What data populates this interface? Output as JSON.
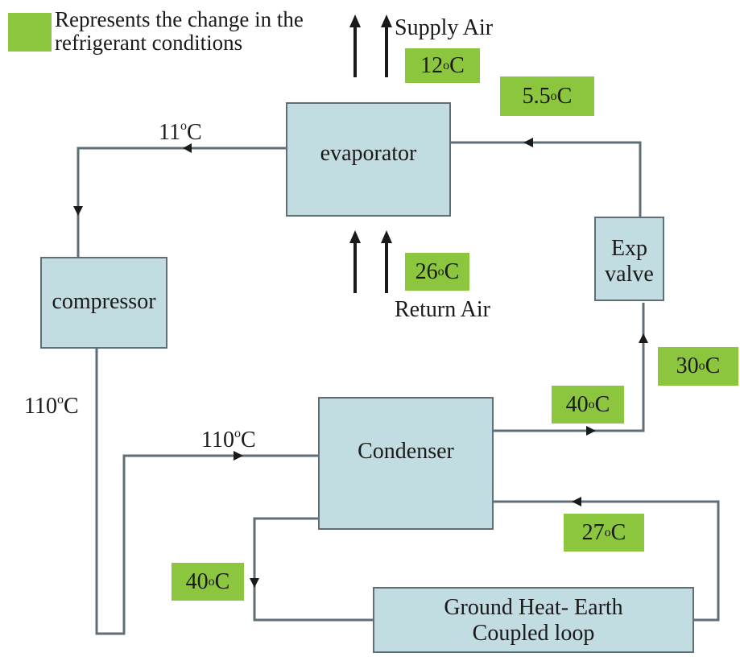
{
  "legend": {
    "text": "Represents the change in the\nrefrigerant conditions",
    "swatch_color": "#8cc63e"
  },
  "components": {
    "evaporator": "evaporator",
    "compressor": "compressor",
    "condenser": "Condenser",
    "exp_valve": "Exp\nvalve",
    "ground_loop": "Ground Heat- Earth\nCoupled loop"
  },
  "air": {
    "supply": "Supply Air",
    "return": "Return Air"
  },
  "temperatures": {
    "supply_air": {
      "value": "12",
      "unit": "C"
    },
    "evap_in": {
      "value": "5.5",
      "unit": "C"
    },
    "return_air": {
      "value": "26",
      "unit": "C"
    },
    "evap_out": {
      "value": "11",
      "unit": "C"
    },
    "compressor_out": {
      "value": "110",
      "unit": "C"
    },
    "condenser_in": {
      "value": "110",
      "unit": "C"
    },
    "condenser_out": {
      "value": "40",
      "unit": "C"
    },
    "valve_in": {
      "value": "30",
      "unit": "C"
    },
    "ground_return": {
      "value": "27",
      "unit": "C"
    },
    "ground_supply": {
      "value": "40",
      "unit": "C"
    }
  },
  "degree_symbol": "o",
  "colors": {
    "box_fill": "#c2dde2",
    "box_border": "#5f6f78",
    "line": "#5f6f78",
    "highlight": "#8cc63e"
  }
}
